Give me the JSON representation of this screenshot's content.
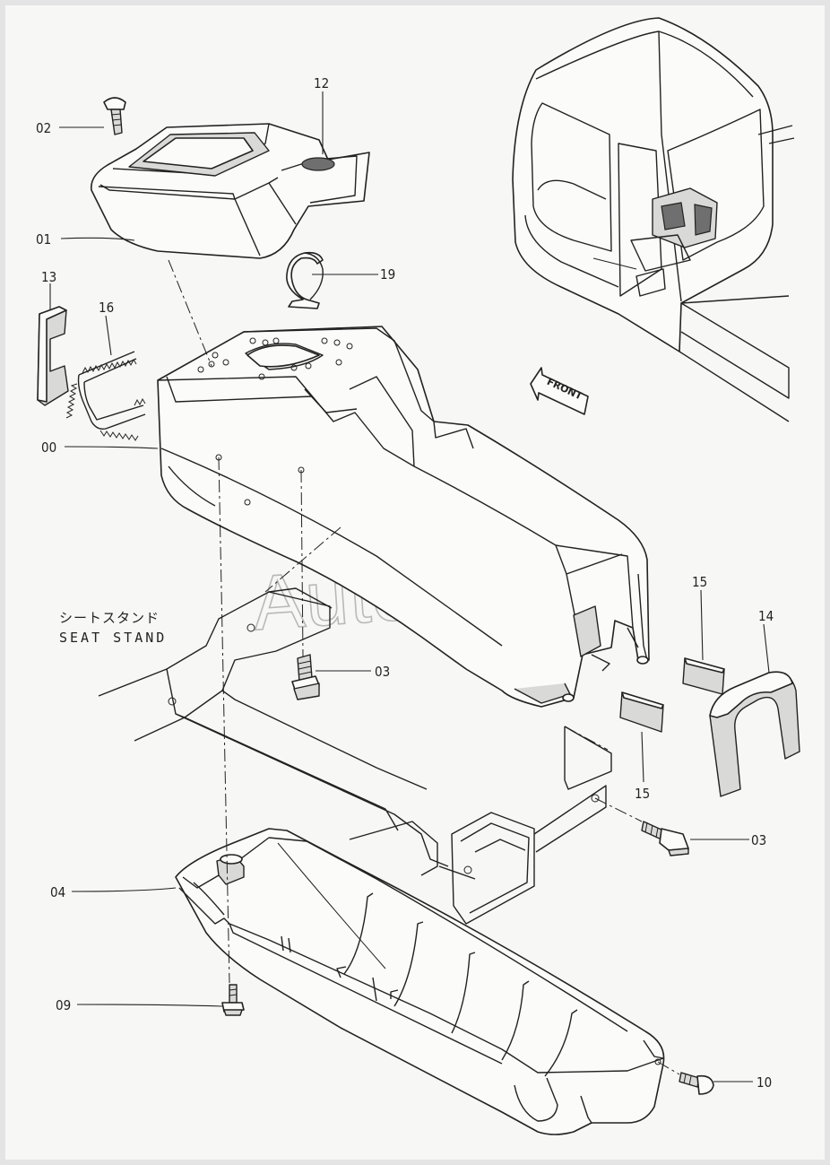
{
  "watermark": "AutoSoft",
  "seat_stand": {
    "japanese": "シートスタンド",
    "english": "SEAT STAND"
  },
  "front_arrow": "FRONT",
  "callouts": {
    "c00": "00",
    "c01": "01",
    "c02": "02",
    "c03a": "03",
    "c03b": "03",
    "c04": "04",
    "c09": "09",
    "c10": "10",
    "c12": "12",
    "c13": "13",
    "c14": "14",
    "c15a": "15",
    "c15b": "15",
    "c16": "16",
    "c19": "19"
  }
}
